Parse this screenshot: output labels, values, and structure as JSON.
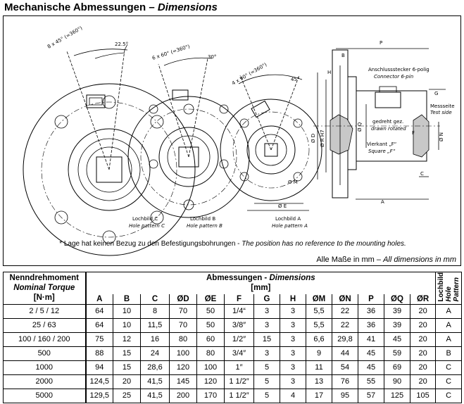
{
  "title": {
    "de": "Mechanische Abmessungen – ",
    "en": "Dimensions"
  },
  "drawing": {
    "patterns": [
      {
        "label": "Lochbild C",
        "label_en": "Hole pattern C",
        "angle": "8 x 45° (=360°)",
        "a1": "45°",
        "a2": "22.5°"
      },
      {
        "label": "Lochbild B",
        "label_en": "Hole pattern B",
        "angle": "6 x 60° (=360°)",
        "a1": "60°",
        "a2": "30°"
      },
      {
        "label": "Lochbild A",
        "label_en": "Hole pattern A",
        "angle": "4 x 90° (=360°)",
        "a1": "90°",
        "a2": "45°"
      }
    ],
    "side": {
      "p": "P",
      "b": "B",
      "h": "H",
      "g": "G",
      "q": "Ø Q",
      "d": "Ø D",
      "r": "Ø R H7",
      "n": "Ø N",
      "m": "Ø M",
      "e": "Ø E",
      "c": "C",
      "a": "A",
      "connector": "Anschlussstecker 6-polig",
      "connector_en": "Connector 6-pin",
      "test_side": "Messseite",
      "test_side_en": "Test side",
      "rotated": "gedreht gez.",
      "rotated_en": "drawn rotated",
      "square": "Vierkant „F“",
      "square_en": "Square „F“",
      "f": "F"
    }
  },
  "note": {
    "de": "* Lage hat keinen Bezug zu den Befestigungsbohrungen - ",
    "en": "The position has no reference to the mounting holes."
  },
  "units": {
    "de": "Alle Maße in mm – ",
    "en": "All dimensions in mm"
  },
  "table": {
    "torque_head": {
      "de": "Nenndrehmoment",
      "en": "Nominal Torque",
      "unit": "[N·m]"
    },
    "group_head": {
      "de": "Abmessungen - ",
      "en": "Dimensions",
      "unit": "[mm]"
    },
    "hole_head": {
      "de": "Lochbild",
      "en1": "Hole",
      "en2": "Pattern"
    },
    "columns": [
      "A",
      "B",
      "C",
      "ØD",
      "ØE",
      "F",
      "G",
      "H",
      "ØM",
      "ØN",
      "P",
      "ØQ",
      "ØR"
    ],
    "rows": [
      {
        "torque": "2 / 5 / 12",
        "values": [
          "64",
          "10",
          "8",
          "70",
          "50",
          "1/4“",
          "3",
          "3",
          "5,5",
          "22",
          "36",
          "39",
          "20"
        ],
        "pattern": "A"
      },
      {
        "torque": "25 / 63",
        "values": [
          "64",
          "10",
          "11,5",
          "70",
          "50",
          "3/8″",
          "3",
          "3",
          "5,5",
          "22",
          "36",
          "39",
          "20"
        ],
        "pattern": "A"
      },
      {
        "torque": "100 / 160 / 200",
        "values": [
          "75",
          "12",
          "16",
          "80",
          "60",
          "1/2″",
          "15",
          "3",
          "6,6",
          "29,8",
          "41",
          "45",
          "20"
        ],
        "pattern": "A"
      },
      {
        "torque": "500",
        "values": [
          "88",
          "15",
          "24",
          "100",
          "80",
          "3/4″",
          "3",
          "3",
          "9",
          "44",
          "45",
          "59",
          "20"
        ],
        "pattern": "B"
      },
      {
        "torque": "1000",
        "values": [
          "94",
          "15",
          "28,6",
          "120",
          "100",
          "1″",
          "5",
          "3",
          "11",
          "54",
          "45",
          "69",
          "20"
        ],
        "pattern": "C"
      },
      {
        "torque": "2000",
        "values": [
          "124,5",
          "20",
          "41,5",
          "145",
          "120",
          "1 1/2″",
          "5",
          "3",
          "13",
          "76",
          "55",
          "90",
          "20"
        ],
        "pattern": "C"
      },
      {
        "torque": "5000",
        "values": [
          "129,5",
          "25",
          "41,5",
          "200",
          "170",
          "1 1/2″",
          "5",
          "4",
          "17",
          "95",
          "57",
          "125",
          "105"
        ],
        "pattern": "C"
      }
    ]
  }
}
